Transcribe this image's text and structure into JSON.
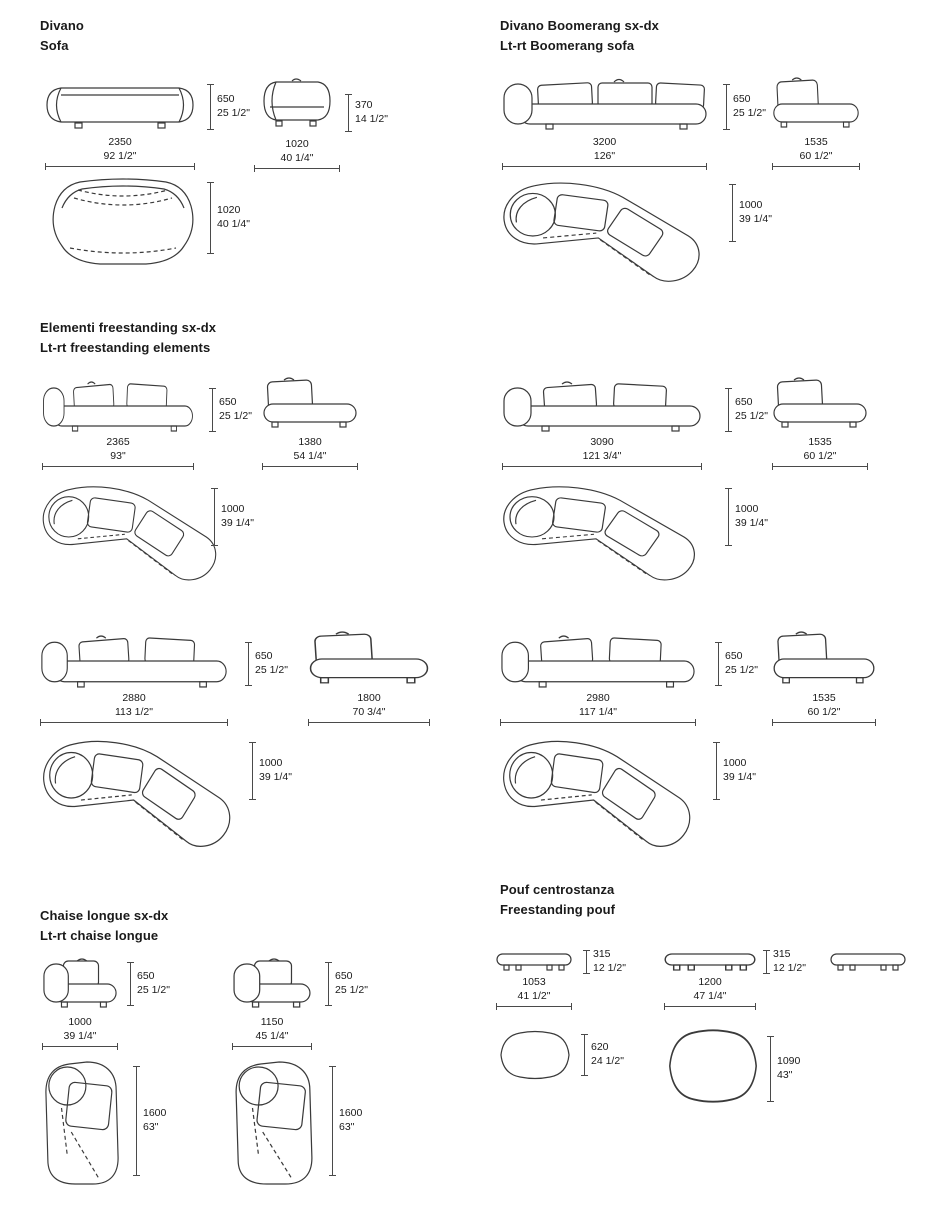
{
  "page": {
    "background": "#ffffff",
    "line_color": "#3a3a3a",
    "text_color": "#1a1a1a"
  },
  "sections": {
    "divano": {
      "title_it": "Divano",
      "title_en": "Sofa",
      "front_w_mm": "2350",
      "front_w_in": "92 1/2\"",
      "front_h_mm": "650",
      "front_h_in": "25 1/2\"",
      "side_w_mm": "1020",
      "side_w_in": "40 1/4\"",
      "seat_h_mm": "370",
      "seat_h_in": "14 1/2\"",
      "top_d_mm": "1020",
      "top_d_in": "40 1/4\""
    },
    "boomerang": {
      "title_it": "Divano Boomerang sx-dx",
      "title_en": "Lt-rt Boomerang sofa",
      "front_w_mm": "3200",
      "front_w_in": "126\"",
      "front_h_mm": "650",
      "front_h_in": "25 1/2\"",
      "side_w_mm": "1535",
      "side_w_in": "60 1/2\"",
      "top_d_mm": "1000",
      "top_d_in": "39 1/4\""
    },
    "elementi": {
      "title_it": "Elementi freestanding sx-dx",
      "title_en": "Lt-rt freestanding elements",
      "variants": [
        {
          "front_w_mm": "2365",
          "front_w_in": "93\"",
          "front_h_mm": "650",
          "front_h_in": "25 1/2\"",
          "side_w_mm": "1380",
          "side_w_in": "54 1/4\"",
          "top_d_mm": "1000",
          "top_d_in": "39 1/4\""
        },
        {
          "front_w_mm": "3090",
          "front_w_in": "121 3/4\"",
          "front_h_mm": "650",
          "front_h_in": "25 1/2\"",
          "side_w_mm": "1535",
          "side_w_in": "60 1/2\"",
          "top_d_mm": "1000",
          "top_d_in": "39 1/4\""
        },
        {
          "front_w_mm": "2880",
          "front_w_in": "113 1/2\"",
          "front_h_mm": "650",
          "front_h_in": "25 1/2\"",
          "side_w_mm": "1800",
          "side_w_in": "70 3/4\"",
          "top_d_mm": "1000",
          "top_d_in": "39 1/4\""
        },
        {
          "front_w_mm": "2980",
          "front_w_in": "117 1/4\"",
          "front_h_mm": "650",
          "front_h_in": "25 1/2\"",
          "side_w_mm": "1535",
          "side_w_in": "60 1/2\"",
          "top_d_mm": "1000",
          "top_d_in": "39 1/4\""
        }
      ]
    },
    "chaise": {
      "title_it": "Chaise longue sx-dx",
      "title_en": "Lt-rt chaise longue",
      "variants": [
        {
          "front_w_mm": "1000",
          "front_w_in": "39 1/4\"",
          "front_h_mm": "650",
          "front_h_in": "25 1/2\"",
          "top_d_mm": "1600",
          "top_d_in": "63\""
        },
        {
          "front_w_mm": "1150",
          "front_w_in": "45 1/4\"",
          "front_h_mm": "650",
          "front_h_in": "25 1/2\"",
          "top_d_mm": "1600",
          "top_d_in": "63\""
        }
      ]
    },
    "pouf": {
      "title_it": "Pouf centrostanza",
      "title_en": "Freestanding pouf",
      "variants": [
        {
          "front_w_mm": "1053",
          "front_w_in": "41 1/2\"",
          "front_h_mm": "315",
          "front_h_in": "12 1/2\"",
          "top_d_mm": "620",
          "top_d_in": "24 1/2\""
        },
        {
          "front_w_mm": "1200",
          "front_w_in": "47 1/4\"",
          "front_h_mm": "315",
          "front_h_in": "12 1/2\"",
          "top_d_mm": "1090",
          "top_d_in": "43\""
        }
      ]
    }
  }
}
